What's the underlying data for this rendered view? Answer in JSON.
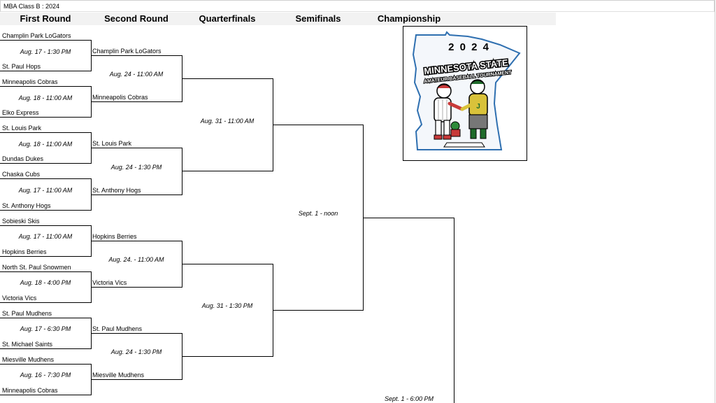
{
  "sheet_title": "MBA Class B : 2024",
  "rounds": [
    "First Round",
    "Second Round",
    "Quarterfinals",
    "Semifinals",
    "Championship"
  ],
  "first_round": [
    {
      "top": "Champlin Park LoGators",
      "bottom": "St. Paul Hops",
      "game": "Aug. 17 - 1:30 PM"
    },
    {
      "top": "Minneapolis Cobras",
      "bottom": "Elko Express",
      "game": "Aug. 18 - 11:00 AM"
    },
    {
      "top": "St. Louis Park",
      "bottom": "Dundas Dukes",
      "game": "Aug. 18 - 11:00 AM"
    },
    {
      "top": "Chaska Cubs",
      "bottom": "St. Anthony Hogs",
      "game": "Aug. 17 - 11:00 AM"
    },
    {
      "top": "Sobieski Skis",
      "bottom": "Hopkins Berries",
      "game": "Aug. 17 - 11:00 AM"
    },
    {
      "top": "North St. Paul Snowmen",
      "bottom": "Victoria Vics",
      "game": "Aug. 18 - 4:00 PM"
    },
    {
      "top": "St. Paul Mudhens",
      "bottom": "St. Michael Saints",
      "game": "Aug. 17 - 6:30 PM"
    },
    {
      "top": "Miesville Mudhens",
      "bottom": "Minneapolis Cobras",
      "game": "Aug. 16 - 7:30 PM"
    }
  ],
  "second_round": [
    {
      "top": "Champlin Park LoGators",
      "bottom": "Minneapolis Cobras",
      "game": "Aug. 24 - 11:00 AM"
    },
    {
      "top": "St. Louis Park",
      "bottom": "St. Anthony Hogs",
      "game": "Aug. 24 - 1:30 PM"
    },
    {
      "top": "Hopkins Berries",
      "bottom": "Victoria Vics",
      "game": "Aug. 24. - 11:00 AM"
    },
    {
      "top": "St. Paul Mudhens",
      "bottom": "Miesville Mudhens",
      "game": "Aug. 24 - 1:30 PM"
    }
  ],
  "quarterfinals": [
    {
      "game": "Aug. 31 - 11:00 AM"
    },
    {
      "game": "Aug. 31 - 1:30 PM"
    }
  ],
  "semifinals": {
    "game": "Sept. 1 - noon"
  },
  "championship": {
    "game": "Sept. 1 - 6:00 PM"
  },
  "logo": {
    "year": "2 0 2 4",
    "line1": "MINNESOTA STATE",
    "line2": "AMATEUR BASEBALL TOURNAMENT"
  }
}
